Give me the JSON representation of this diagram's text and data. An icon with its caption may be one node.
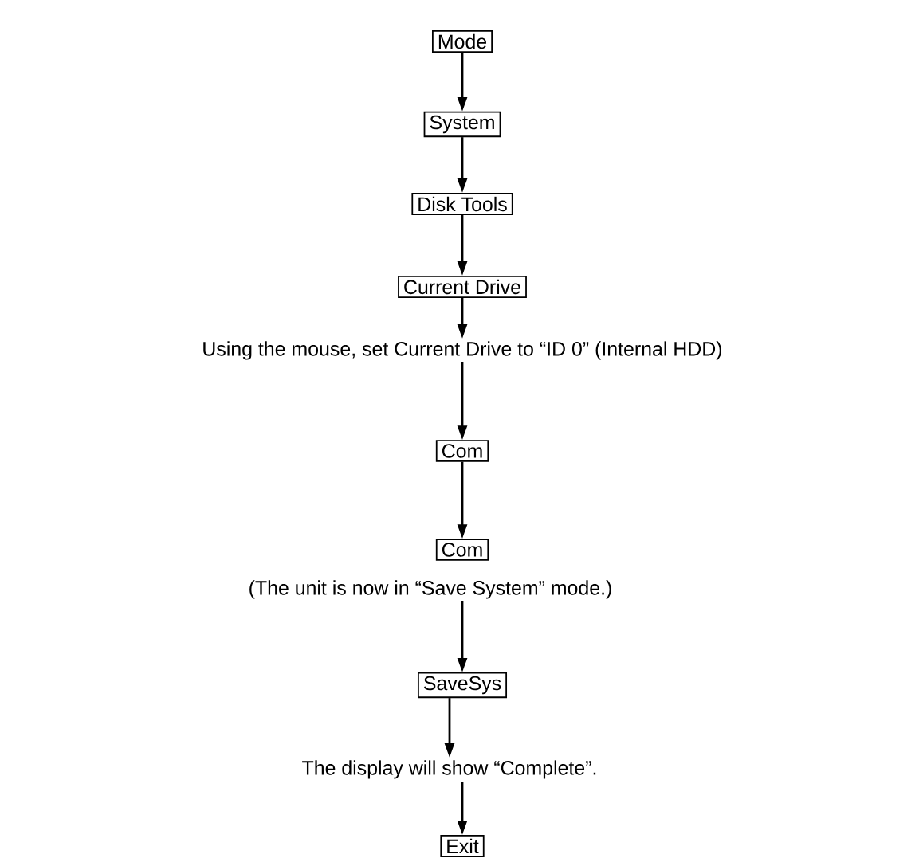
{
  "diagram": {
    "nodes": [
      {
        "text": [
          "Mode"
        ]
      },
      {
        "text": [
          "System"
        ]
      },
      {
        "text": [
          "Disk Tools"
        ]
      },
      {
        "text": [
          "Current Drive"
        ]
      },
      {
        "text": [
          "Using the mouse, set Current Drive to “ID 0” (Internal HDD)"
        ]
      },
      {
        "text": [
          "Com"
        ]
      },
      {
        "text": [
          "Com"
        ]
      },
      {
        "text": [
          "(The unit is now in “Save System” mode.)"
        ]
      },
      {
        "text": [
          "SaveSys"
        ]
      },
      {
        "text": [
          "The display will show “Complete”."
        ]
      },
      {
        "text": [
          "Exit"
        ]
      }
    ],
    "edges": [
      {
        "from": 0,
        "to": 1,
        "arrow": "to"
      },
      {
        "from": 1,
        "to": 2,
        "arrow": "to"
      },
      {
        "from": 2,
        "to": 3,
        "arrow": "to"
      },
      {
        "from": 3,
        "to": 4,
        "arrow": "to"
      },
      {
        "from": 4,
        "to": 5,
        "arrow": "to"
      },
      {
        "from": 5,
        "to": 6,
        "arrow": "to"
      },
      {
        "from": 7,
        "to": 8,
        "arrow": "to"
      },
      {
        "from": 8,
        "to": 9,
        "arrow": "to"
      },
      {
        "from": 9,
        "to": 10,
        "arrow": "to"
      }
    ]
  }
}
